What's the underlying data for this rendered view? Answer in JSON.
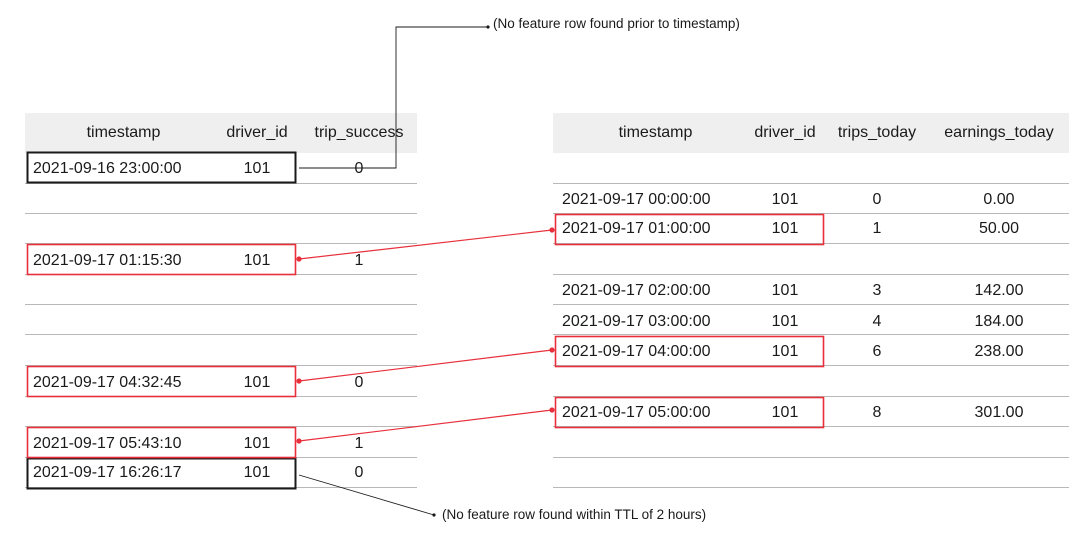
{
  "notes": {
    "top": "(No feature row found prior to timestamp)",
    "bottom": "(No feature row found within TTL of 2 hours)"
  },
  "left_table": {
    "headers": [
      "timestamp",
      "driver_id",
      "trip_success"
    ],
    "rows": [
      {
        "timestamp": "2021-09-16 23:00:00",
        "driver_id": "101",
        "trip_success": "0"
      },
      {
        "timestamp": "2021-09-17 01:15:30",
        "driver_id": "101",
        "trip_success": "1"
      },
      {
        "timestamp": "2021-09-17 04:32:45",
        "driver_id": "101",
        "trip_success": "0"
      },
      {
        "timestamp": "2021-09-17 05:43:10",
        "driver_id": "101",
        "trip_success": "1"
      },
      {
        "timestamp": "2021-09-17 16:26:17",
        "driver_id": "101",
        "trip_success": "0"
      }
    ]
  },
  "right_table": {
    "headers": [
      "timestamp",
      "driver_id",
      "trips_today",
      "earnings_today"
    ],
    "rows": [
      {
        "timestamp": "2021-09-17 00:00:00",
        "driver_id": "101",
        "trips_today": "0",
        "earnings_today": "0.00"
      },
      {
        "timestamp": "2021-09-17 01:00:00",
        "driver_id": "101",
        "trips_today": "1",
        "earnings_today": "50.00"
      },
      {
        "timestamp": "2021-09-17 02:00:00",
        "driver_id": "101",
        "trips_today": "3",
        "earnings_today": "142.00"
      },
      {
        "timestamp": "2021-09-17 03:00:00",
        "driver_id": "101",
        "trips_today": "4",
        "earnings_today": "184.00"
      },
      {
        "timestamp": "2021-09-17 04:00:00",
        "driver_id": "101",
        "trips_today": "6",
        "earnings_today": "238.00"
      },
      {
        "timestamp": "2021-09-17 05:00:00",
        "driver_id": "101",
        "trips_today": "8",
        "earnings_today": "301.00"
      }
    ]
  },
  "colors": {
    "match": "#e8303c",
    "no_match": "#1a1a1a",
    "header_bg": "#efefef",
    "rule": "#b8b8b8"
  }
}
